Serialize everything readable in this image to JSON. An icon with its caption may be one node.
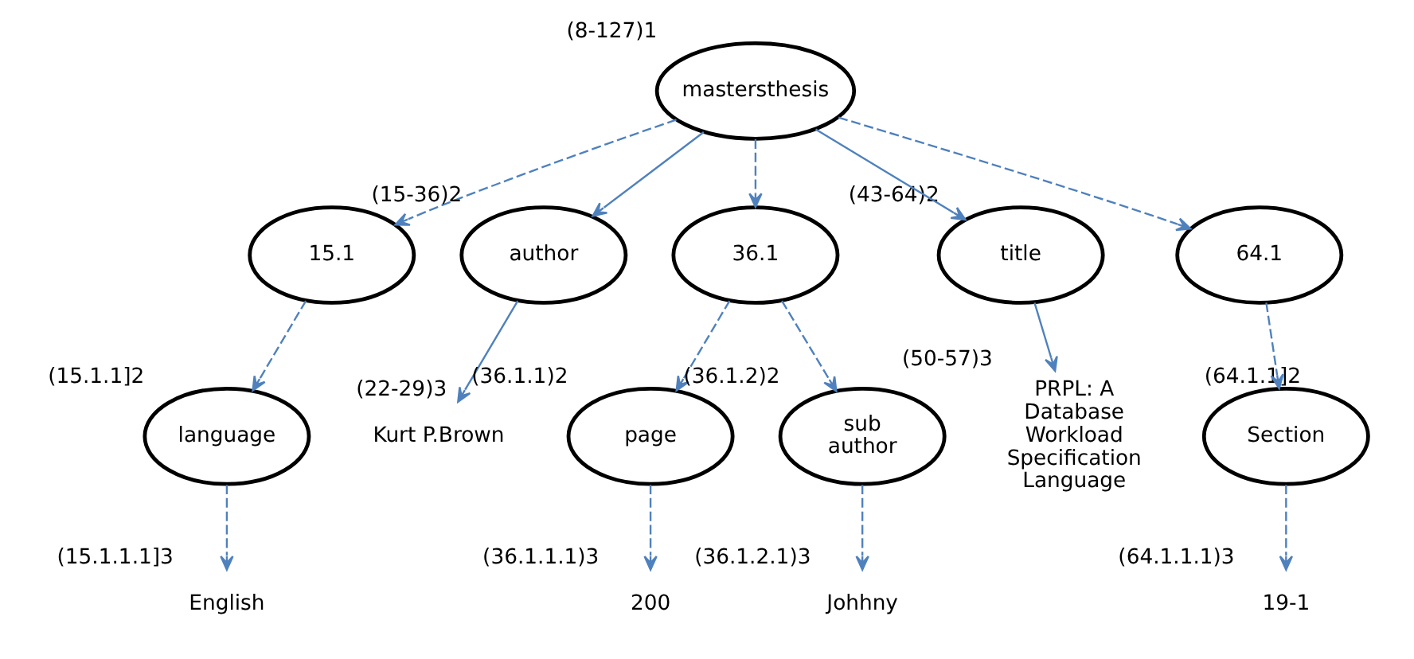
{
  "diagram": {
    "nodes": [
      {
        "text": [
          "mastersthesis"
        ],
        "beside": [
          "(8-127)1"
        ]
      },
      {
        "text": [
          "15.1"
        ]
      },
      {
        "text": [
          "author"
        ],
        "beside": [
          "(15-36)2"
        ]
      },
      {
        "text": [
          "36.1"
        ]
      },
      {
        "text": [
          "title"
        ],
        "beside": [
          "(43-64)2"
        ]
      },
      {
        "text": [
          "64.1"
        ]
      },
      {
        "text": [
          "language"
        ],
        "beside": [
          "(15.1.1]2"
        ]
      },
      {
        "text": [
          "Kurt P.Brown"
        ],
        "beside": [
          "(22-29)3"
        ]
      },
      {
        "text": [
          "page"
        ],
        "beside": [
          "(36.1.1)2"
        ]
      },
      {
        "text": [
          "sub author"
        ],
        "beside": [
          "(36.1.2)2"
        ]
      },
      {
        "text": [
          "PRPL: A Database Workload Specification Language"
        ],
        "beside": [
          "(50-57)3"
        ]
      },
      {
        "text": [
          "Section"
        ],
        "beside": [
          "(64.1.1]2"
        ]
      },
      {
        "text": [
          "English"
        ],
        "beside": [
          "(15.1.1.1]3"
        ]
      },
      {
        "text": [
          "200"
        ],
        "beside": [
          "(36.1.1.1)3"
        ]
      },
      {
        "text": [
          "Johhny"
        ],
        "beside": [
          "(36.1.2.1)3"
        ]
      },
      {
        "text": [
          "19-1"
        ],
        "beside": [
          "(64.1.1.1)3"
        ]
      }
    ],
    "edges": [
      {
        "from": 0,
        "to": 1,
        "arrow": "to",
        "style": "dashed"
      },
      {
        "from": 0,
        "to": 2,
        "arrow": "to"
      },
      {
        "from": 0,
        "to": 3,
        "arrow": "to",
        "style": "dashed"
      },
      {
        "from": 0,
        "to": 4,
        "arrow": "to"
      },
      {
        "from": 0,
        "to": 5,
        "arrow": "to",
        "style": "dashed"
      },
      {
        "from": 1,
        "to": 6,
        "arrow": "to",
        "style": "dashed"
      },
      {
        "from": 2,
        "to": 7,
        "arrow": "to"
      },
      {
        "from": 3,
        "to": 8,
        "arrow": "to",
        "style": "dashed"
      },
      {
        "from": 3,
        "to": 9,
        "arrow": "to",
        "style": "dashed"
      },
      {
        "from": 4,
        "to": 10,
        "arrow": "to"
      },
      {
        "from": 5,
        "to": 11,
        "arrow": "to",
        "style": "dashed"
      },
      {
        "from": 6,
        "to": 12,
        "arrow": "to",
        "style": "dashed"
      },
      {
        "from": 8,
        "to": 13,
        "arrow": "to",
        "style": "dashed"
      },
      {
        "from": 9,
        "to": 14,
        "arrow": "to",
        "style": "dashed"
      },
      {
        "from": 11,
        "to": 15,
        "arrow": "to",
        "style": "dashed"
      }
    ]
  }
}
